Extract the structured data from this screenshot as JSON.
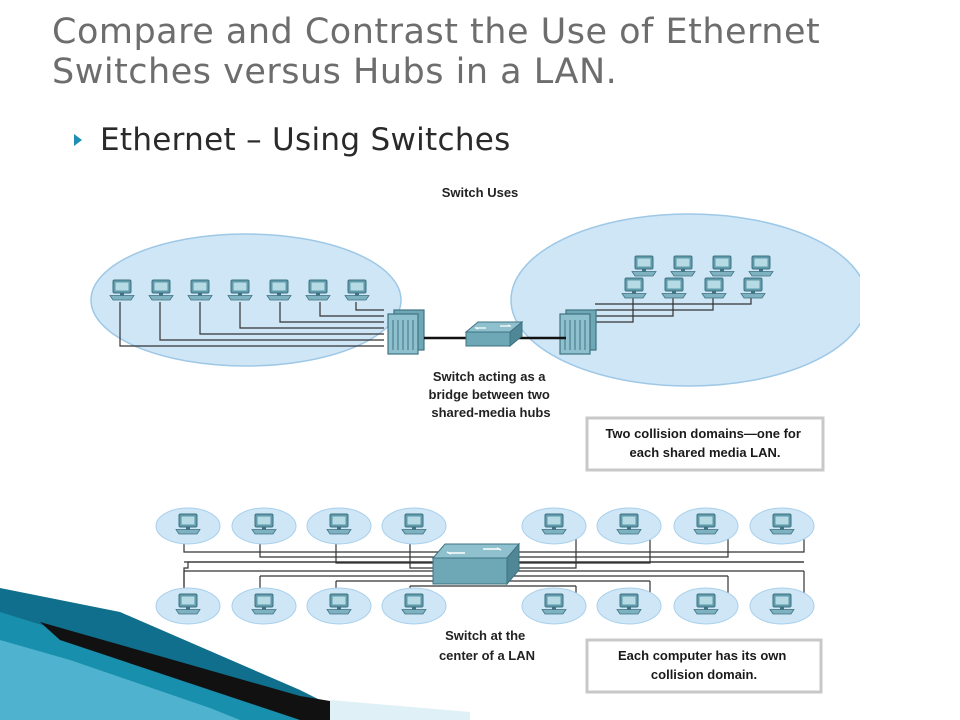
{
  "slide": {
    "title_line1": "Compare and Contrast the Use of Ethernet",
    "title_line2": "Switches versus Hubs in a LAN.",
    "bullet": "Ethernet – Using Switches"
  },
  "diagram": {
    "heading": "Switch Uses",
    "top_caption": [
      "Switch acting as a",
      "bridge between two",
      "shared-media hubs"
    ],
    "top_note": [
      "Two collision domains—one for",
      "each shared media LAN."
    ],
    "bottom_caption": [
      "Switch at the",
      "center of a LAN"
    ],
    "bottom_note": [
      "Each computer has its own",
      "collision domain."
    ]
  },
  "colors": {
    "title": "#6d6d6d",
    "bullet_arrow": "#1e8fb5",
    "ellipse_fill": "#cfe6f7",
    "ellipse_stroke": "#9ec8e6",
    "device": "#5f9bab",
    "device_dark": "#3f7382",
    "cable": "#333333",
    "accent_teal": "#1b7a92"
  }
}
